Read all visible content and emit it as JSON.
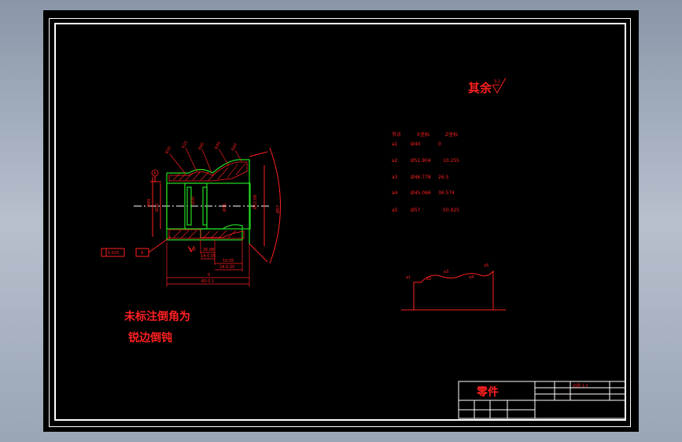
{
  "roughness_note": {
    "label": "其余",
    "value": "3.2"
  },
  "coord_table": {
    "headers": [
      "节点",
      "X坐标",
      "Z坐标"
    ],
    "rows": [
      [
        "a1",
        "Ø40",
        "0"
      ],
      [
        "a2",
        "Ø51.904",
        "10.255"
      ],
      [
        "a3",
        "Ø46.778",
        "26.5"
      ],
      [
        "a4",
        "Ø45.066",
        "36.574"
      ],
      [
        "a5",
        "Ø57",
        "50.925"
      ]
    ]
  },
  "notes": [
    "未标注倒角为",
    "锐边倒钝"
  ],
  "profile_labels": [
    "a1",
    "a2",
    "a3",
    "a4",
    "a5"
  ],
  "datum": {
    "label": "A",
    "tolerance_box": [
      "0.025",
      "A"
    ]
  },
  "part_dims": {
    "dia_left": [
      "Ø40",
      "Ø30"
    ],
    "dia_right": [
      "Ø52.08",
      "Ø57"
    ],
    "inner": [
      "Ø36",
      "Ø30"
    ],
    "r_labels": [
      "R50",
      "R20",
      "R60",
      "R45",
      "R60"
    ],
    "chamfer": "1.5",
    "lengths": [
      "26.98",
      "14-0.05",
      "10.05",
      "24-0.05",
      "0",
      "60-0.1"
    ]
  },
  "title_block": {
    "part_name": "零件",
    "scale": "比例 1:1"
  }
}
